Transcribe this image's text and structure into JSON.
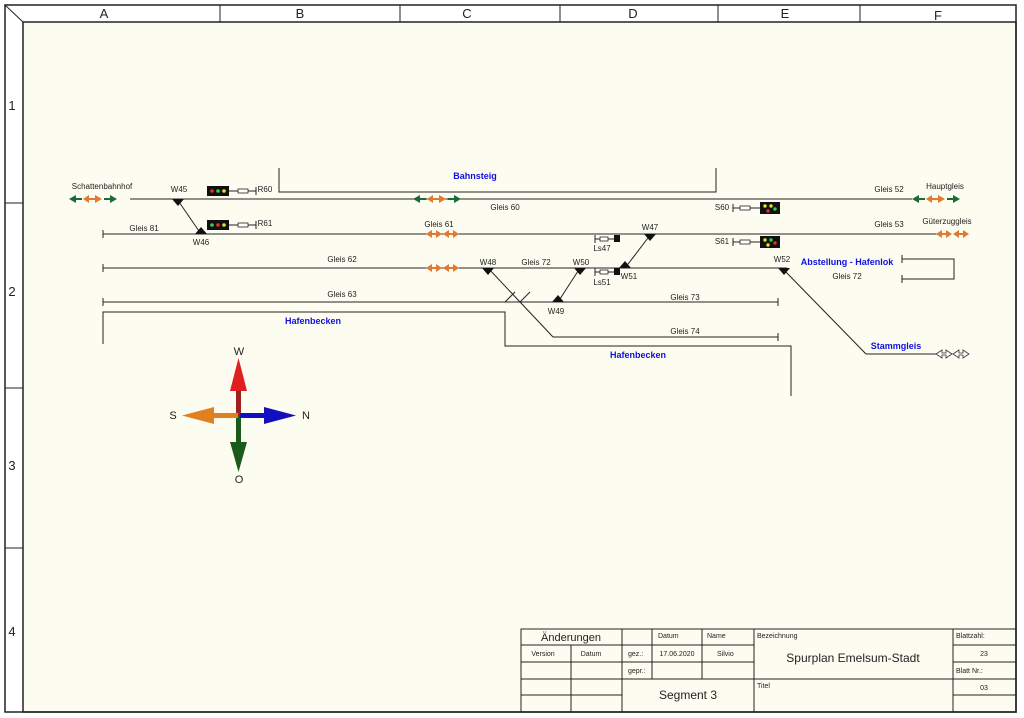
{
  "columns": [
    "A",
    "B",
    "C",
    "D",
    "E",
    "F"
  ],
  "rows": [
    "1",
    "2",
    "3",
    "4"
  ],
  "region_labels": {
    "bahnsteig": "Bahnsteig",
    "hafenbecken_left": "Hafenbecken",
    "hafenbecken_mid": "Hafenbecken",
    "abstellung": "Abstellung - Hafenlok",
    "stammgleis": "Stammgleis"
  },
  "endpoints": {
    "schattenbahnhof": "Schattenbahnhof",
    "hauptgleis": "Hauptgleis",
    "gueterzuggleis": "Güterzuggleis"
  },
  "tracks": {
    "gleis52": "Gleis 52",
    "gleis53": "Gleis 53",
    "gleis60": "Gleis 60",
    "gleis61": "Gleis 61",
    "gleis62": "Gleis 62",
    "gleis63": "Gleis 63",
    "gleis72a": "Gleis 72",
    "gleis72b": "Gleis 72",
    "gleis73": "Gleis 73",
    "gleis74": "Gleis 74",
    "gleis81": "Gleis 81"
  },
  "switches": {
    "w45": "W45",
    "w46": "W46",
    "w47": "W47",
    "w48": "W48",
    "w49": "W49",
    "w50": "W50",
    "w51": "W51",
    "w52": "W52"
  },
  "signals": {
    "r60": "R60",
    "r61": "R61",
    "s60": "S60",
    "s61": "S61",
    "ls47": "Ls47",
    "ls51": "Ls51"
  },
  "compass": {
    "north": "N",
    "south": "S",
    "west": "W",
    "east": "O"
  },
  "title_block": {
    "changes": "Änderungen",
    "version": "Version",
    "datum_col": "Datum",
    "datum_hdr": "Datum",
    "name_hdr": "Name",
    "gez": "gez.:",
    "gez_date": "17.06.2020",
    "gez_name": "Silvio",
    "gepr": "gepr.:",
    "bezeichnung_label": "Bezeichnung",
    "bezeichnung": "Spurplan Emelsum-Stadt",
    "segment": "Segment 3",
    "titel_label": "Titel",
    "blattzahl_label": "Blattzahl:",
    "blattzahl": "23",
    "blatt_nr_label": "Blatt Nr.:",
    "blatt_nr": "03"
  },
  "colors": {
    "background": "#fdfcf0",
    "track": "#222222",
    "label_blue": "#1010e0",
    "arrow_green": "#1a6a3a",
    "arrow_orange": "#e07a30",
    "compass_red": "#e02020",
    "compass_blue": "#1010c0",
    "compass_green": "#1a5a1a",
    "compass_orange": "#e08020"
  }
}
